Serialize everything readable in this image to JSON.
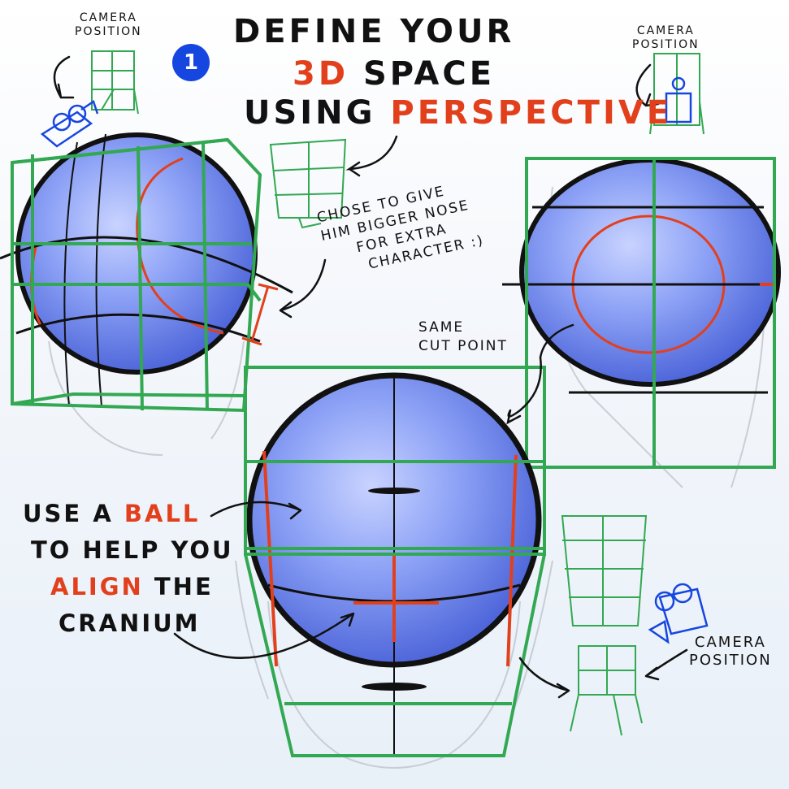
{
  "step_badge": "1",
  "title": {
    "line1": "DEFINE YOUR",
    "line2_accent": "3D",
    "line2_rest": " SPACE",
    "line3_start": "USING ",
    "line3_accent": "PERSPECTIVE"
  },
  "camera_labels": {
    "top_left": [
      "CAMERA",
      "POSITION"
    ],
    "top_right": [
      "CAMERA",
      "POSITION"
    ],
    "bottom_right": [
      "CAMERA",
      "POSITION"
    ]
  },
  "notes": {
    "nose": [
      "CHOSE TO GIVE",
      "HIM BIGGER NOSE",
      "FOR EXTRA",
      "CHARACTER :)"
    ],
    "cut_point": [
      "SAME",
      "CUT POINT"
    ]
  },
  "ball_tip": {
    "l1_start": "USE A ",
    "l1_accent": "BALL",
    "l2": "TO HELP YOU",
    "l3_accent": "ALIGN",
    "l3_rest": " THE",
    "l4": "CRANIUM"
  },
  "colors": {
    "accent_red": "#e2401c",
    "box_green": "#33a852",
    "ball_blue": "#6f8cf0",
    "badge_blue": "#1646e0"
  }
}
